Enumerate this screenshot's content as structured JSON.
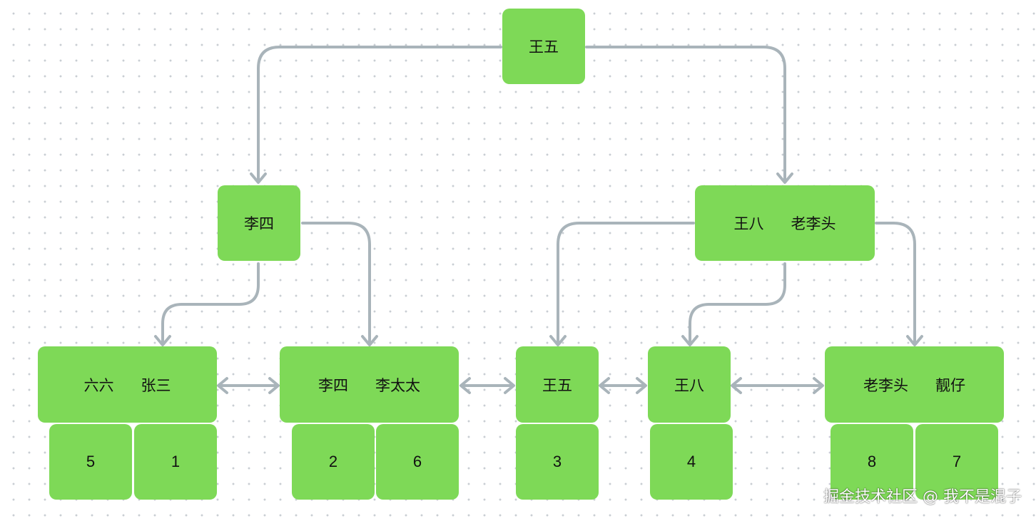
{
  "diagram": {
    "root": "王五",
    "level2": {
      "left": "李四",
      "right": {
        "first": "王八",
        "second": "老李头"
      }
    },
    "level3": [
      {
        "first": "六六",
        "second": "张三",
        "values": [
          "5",
          "1"
        ]
      },
      {
        "first": "李四",
        "second": "李太太",
        "values": [
          "2",
          "6"
        ]
      },
      {
        "first": "王五",
        "values": [
          "3"
        ]
      },
      {
        "first": "王八",
        "values": [
          "4"
        ]
      },
      {
        "first": "老李头",
        "second": "靓仔",
        "values": [
          "8",
          "7"
        ]
      }
    ]
  },
  "watermark": "掘金技术社区 @ 我不是混子",
  "colors": {
    "node": "#7ed957",
    "edge": "#a9b4ba",
    "dot": "#c9ced3"
  }
}
